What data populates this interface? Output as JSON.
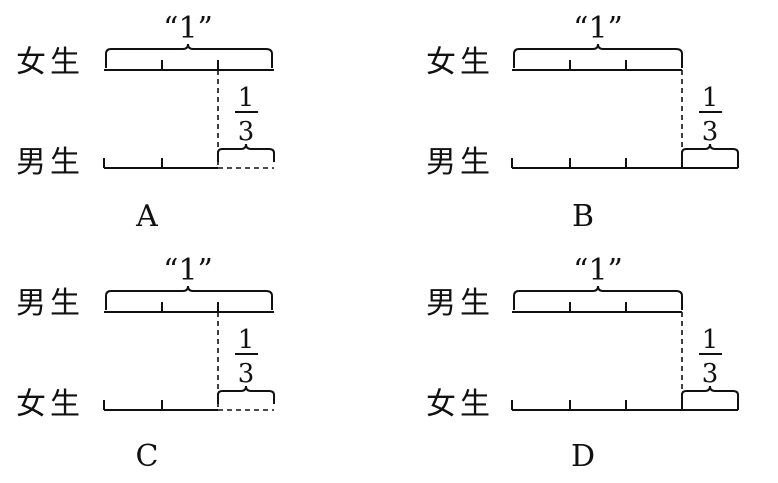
{
  "options": [
    {
      "id": "A",
      "option_label": "A",
      "top_label": "女生",
      "bottom_label": "男生",
      "unit_label": "“1”",
      "fraction_num": "1",
      "fraction_den": "3",
      "top_segments": 3,
      "bottom_segments": 2,
      "bottom_extra": "dashed"
    },
    {
      "id": "B",
      "option_label": "B",
      "top_label": "女生",
      "bottom_label": "男生",
      "unit_label": "“1”",
      "fraction_num": "1",
      "fraction_den": "3",
      "top_segments": 3,
      "bottom_segments": 3,
      "bottom_extra": "solid"
    },
    {
      "id": "C",
      "option_label": "C",
      "top_label": "男生",
      "bottom_label": "女生",
      "unit_label": "“1”",
      "fraction_num": "1",
      "fraction_den": "3",
      "top_segments": 3,
      "bottom_segments": 2,
      "bottom_extra": "dashed"
    },
    {
      "id": "D",
      "option_label": "D",
      "top_label": "男生",
      "bottom_label": "女生",
      "unit_label": "“1”",
      "fraction_num": "1",
      "fraction_den": "3",
      "top_segments": 3,
      "bottom_segments": 3,
      "bottom_extra": "solid"
    }
  ]
}
